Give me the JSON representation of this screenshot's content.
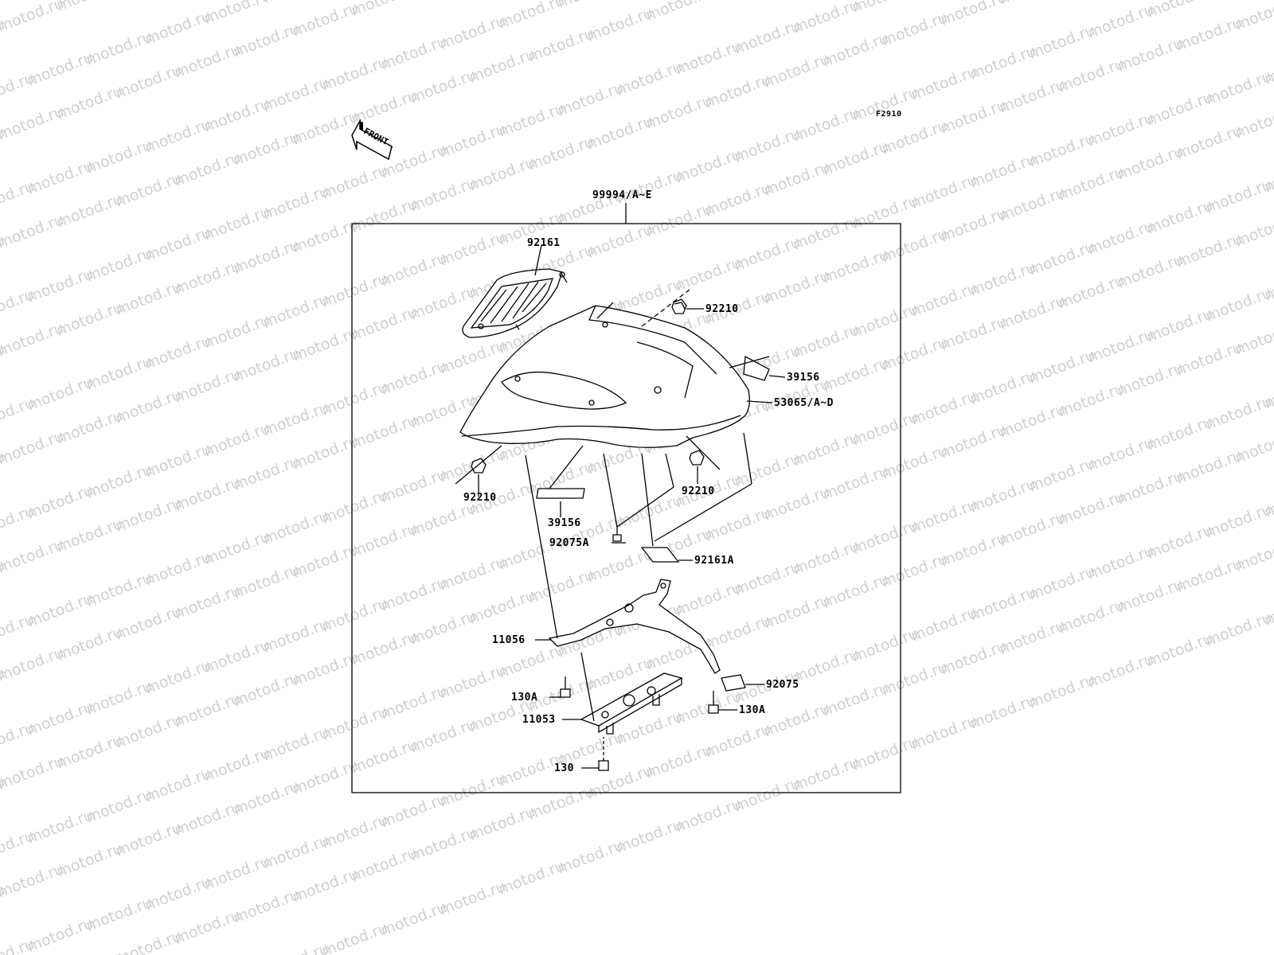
{
  "watermark": "motod.ru",
  "figure_code": "F2910",
  "front_arrow_label": "FRONT",
  "colors": {
    "line": "#000000",
    "watermark": "#d0d0d0",
    "background": "#ffffff"
  },
  "callouts": {
    "assembly": "99994/A~E",
    "lamp_top": "92161",
    "nut_top_right": "92210",
    "pad_right": "39156",
    "seat_cover": "53065/A~D",
    "nut_left": "92210",
    "nut_right": "92210",
    "pad_left": "39156",
    "bolt_center": "92075A",
    "pad_center": "92161A",
    "stay": "11056",
    "pad_lower_right": "92075",
    "bolt_left": "130A",
    "bolt_right": "130A",
    "bracket": "11053",
    "bolt_bottom": "130"
  }
}
